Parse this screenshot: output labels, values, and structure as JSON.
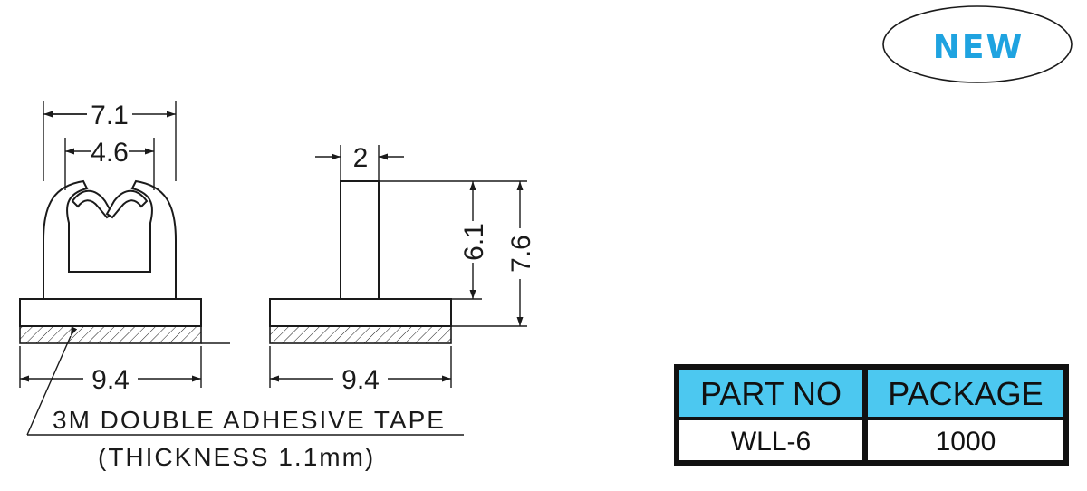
{
  "badge": {
    "label": "NEW",
    "color": "#1fa3e0"
  },
  "dimensions": {
    "top_width": "7.1",
    "slot_width": "4.6",
    "base_width_left": "9.4",
    "base_width_right": "9.4",
    "post_width": "2",
    "post_height": "6.1",
    "total_height": "7.6"
  },
  "tape_note": {
    "line1": "3M DOUBLE ADHESIVE TAPE",
    "line2": "(THICKNESS 1.1mm)"
  },
  "table": {
    "header_color": "#4cc8f0",
    "columns": [
      "PART NO",
      "PACKAGE"
    ],
    "rows": [
      [
        "WLL-6",
        "1000"
      ]
    ]
  }
}
